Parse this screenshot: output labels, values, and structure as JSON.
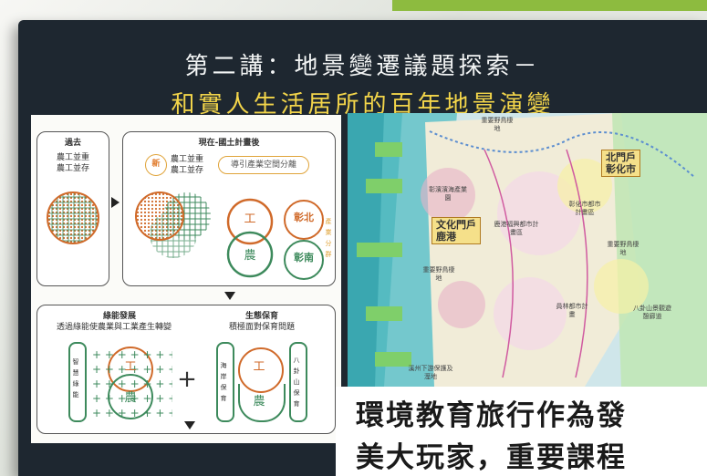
{
  "title": {
    "line1": "第二講：地景變遷議題探索－",
    "line2": "和實人生活居所的百年地景演變"
  },
  "diagram": {
    "past": {
      "header": "過去",
      "sub1": "農工並重",
      "sub2": "農工並存"
    },
    "present": {
      "header": "現在-國土計畫後",
      "new_badge": "新",
      "sub1": "農工並重",
      "sub2": "農工並存",
      "guide": "導引產業空間分離",
      "gong": "工",
      "nong": "農",
      "north": "彰北",
      "south": "彰南",
      "side": "產業分群"
    },
    "green": {
      "header": "綠能發展",
      "sub": "透過綠能使農業與工業產生轉變",
      "side": "智慧綠能",
      "gong": "工",
      "nong": "農",
      "plus": "+"
    },
    "eco": {
      "header": "生態保育",
      "sub": "積極面對保育問題",
      "left_side": "海岸保育",
      "right_side": "八卦山保育",
      "gong": "工",
      "nong": "農"
    }
  },
  "map": {
    "north_gate": "北門戶",
    "north_city": "彰化市",
    "culture_gate": "文化門戶",
    "culture_city": "鹿港",
    "labels": [
      "重要野鳥棲地",
      "彰濱濱海產業園",
      "重要野鳥棲地",
      "重要野鳥棲地",
      "八卦山景觀遊憩廊道",
      "彰化市都市計畫區",
      "鹿港福興都市計畫區",
      "員林都市計畫",
      "溪州下游保護及溼地"
    ]
  },
  "caption": {
    "line1": "環境教育旅行作為發",
    "line2": "美大玩家，重要課程"
  }
}
